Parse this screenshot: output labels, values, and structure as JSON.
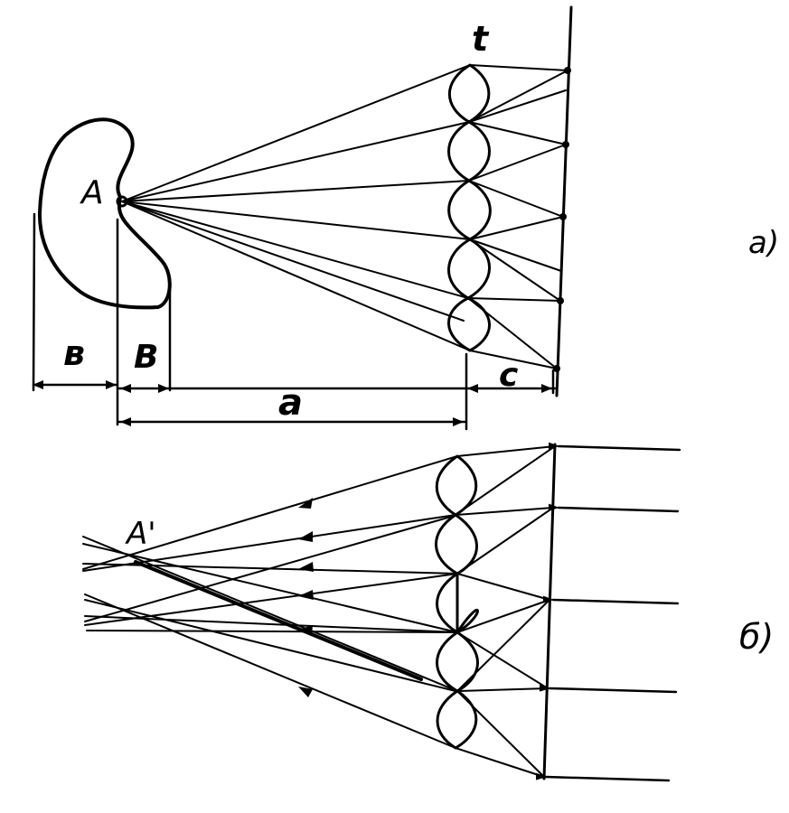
{
  "panel_a": {
    "label": "a)",
    "point_label": "A",
    "lens_label": "t",
    "dim_b_lower": "в",
    "dim_b_upper": "B",
    "dim_a": "a",
    "dim_c": "c"
  },
  "panel_b": {
    "label": "б)",
    "point_label": "A'"
  },
  "colors": {
    "ink": "#000000",
    "background": "#ffffff"
  }
}
